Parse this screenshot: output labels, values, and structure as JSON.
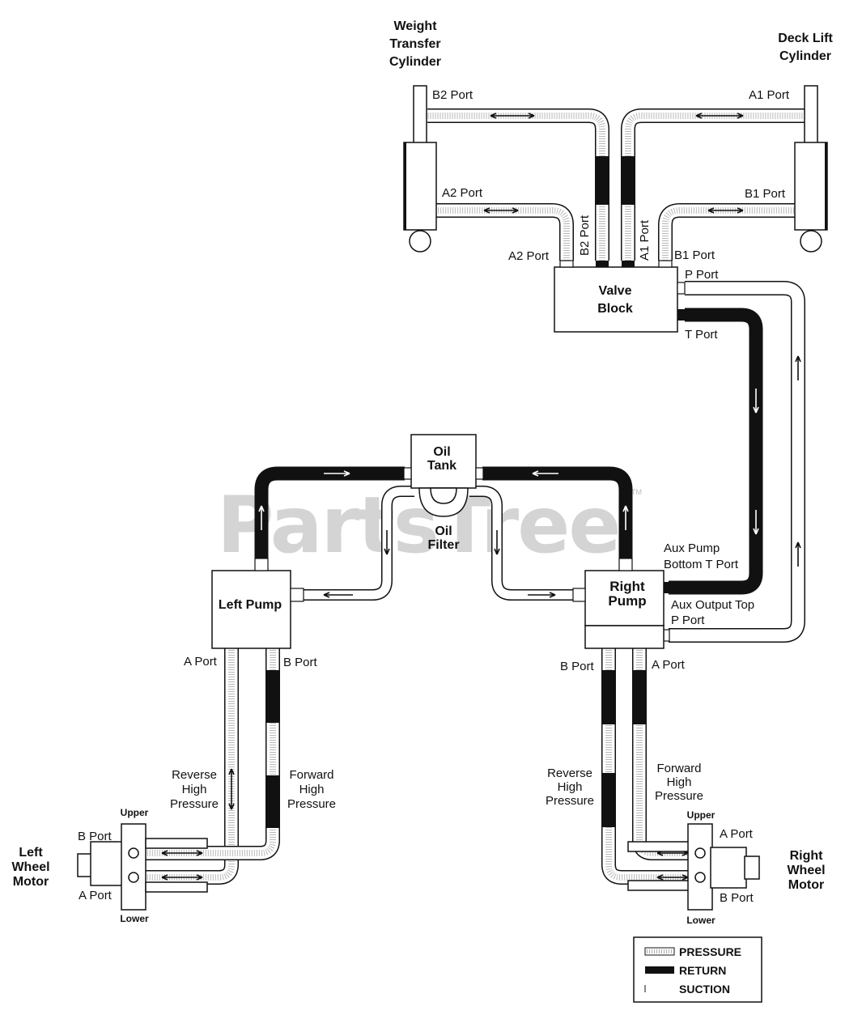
{
  "watermark": "PartsTree",
  "trademark": "TM",
  "components": {
    "weight_transfer_cylinder": [
      "Weight",
      "Transfer",
      "Cylinder"
    ],
    "deck_lift_cylinder": [
      "Deck Lift",
      "Cylinder"
    ],
    "valve_block": [
      "Valve",
      "Block"
    ],
    "oil_tank": [
      "Oil",
      "Tank"
    ],
    "oil_filter": [
      "Oil",
      "Filter"
    ],
    "left_pump": "Left Pump",
    "right_pump": [
      "Right",
      "Pump"
    ],
    "left_wheel_motor": [
      "Left",
      "Wheel",
      "Motor"
    ],
    "right_wheel_motor": [
      "Right",
      "Wheel",
      "Motor"
    ]
  },
  "ports": {
    "b2_top": "B2 Port",
    "a1_top": "A1 Port",
    "a2_side": "A2 Port",
    "b1_side": "B1 Port",
    "a2_valve": "A2 Port",
    "b2_valve": "B2 Port",
    "a1_valve": "A1 Port",
    "b1_valve": "B1 Port",
    "p_port": "P Port",
    "t_port": "T Port",
    "aux_pump_bottom": [
      "Aux Pump",
      "Bottom T Port"
    ],
    "aux_output_top": [
      "Aux Output Top",
      "P Port"
    ],
    "left_a": "A Port",
    "left_b": "B Port",
    "right_b": "B Port",
    "right_a": "A Port",
    "lm_b": "B Port",
    "lm_a": "A Port",
    "rm_a": "A Port",
    "rm_b": "B Port"
  },
  "pressure_labels": {
    "left_reverse": [
      "Reverse",
      "High",
      "Pressure"
    ],
    "left_forward": [
      "Forward",
      "High",
      "Pressure"
    ],
    "right_reverse": [
      "Reverse",
      "High",
      "Pressure"
    ],
    "right_forward": [
      "Forward",
      "High",
      "Pressure"
    ]
  },
  "motor_labels": {
    "upper": "Upper",
    "lower": "Lower"
  },
  "legend": {
    "pressure": "PRESSURE",
    "return": "RETURN",
    "suction": "SUCTION"
  }
}
